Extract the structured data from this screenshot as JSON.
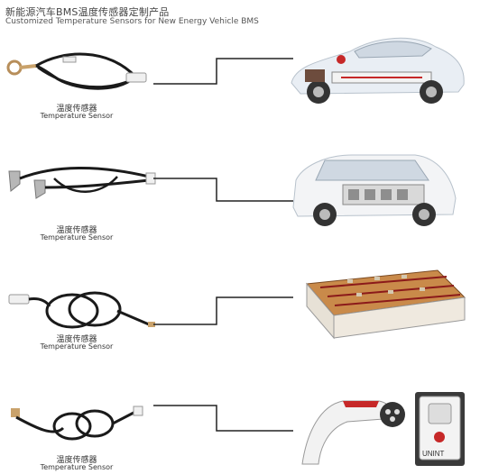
{
  "header": {
    "title": "新能源汽车BMS温度传感器定制产品",
    "subtitle": "Customized Temperature Sensors for New Energy Vehicle BMS"
  },
  "rows": [
    {
      "label_cn": "温度传感器",
      "label_en": "Temperature Sensor",
      "photo": "car-cutaway-battery"
    },
    {
      "label_cn": "温度传感器",
      "label_en": "Temperature Sensor",
      "photo": "suv-cutaway-battery"
    },
    {
      "label_cn": "温度传感器",
      "label_en": "Temperature Sensor",
      "photo": "battery-pack-cells"
    },
    {
      "label_cn": "温度传感器",
      "label_en": "Temperature Sensor",
      "photo": "ev-charging-connector-station"
    }
  ],
  "charger_brand": "UNINT",
  "colors": {
    "cable": "#1a1a1a",
    "lug": "#c9a26b",
    "connector": "#f0f0f0",
    "line": "#222222",
    "accent_red": "#c62828"
  }
}
